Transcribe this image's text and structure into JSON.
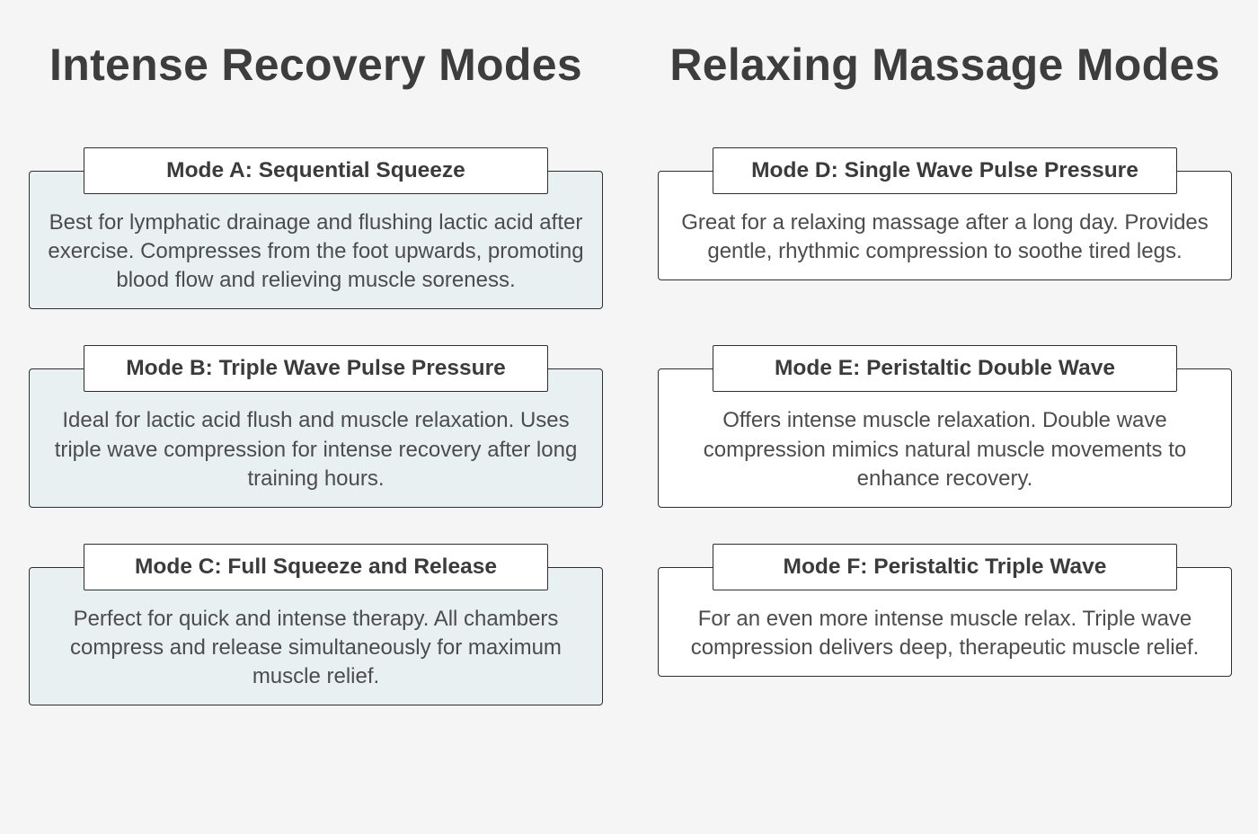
{
  "page": {
    "background_color": "#f5f5f5",
    "border_color": "#2e2e2e",
    "heading_text_color": "#3d3d3d",
    "body_text_color": "#4c4c4c",
    "left_card_background": "#e8f0f2",
    "right_card_background": "#ffffff"
  },
  "columns": [
    {
      "heading": "Intense Recovery Modes",
      "cards": [
        {
          "title": "Mode A: Sequential Squeeze",
          "description": "Best for lymphatic drainage and flushing lactic acid after exercise. Compresses from the foot upwards, promoting blood flow and relieving muscle soreness."
        },
        {
          "title": "Mode B: Triple Wave Pulse Pressure",
          "description": "Ideal for lactic acid flush and muscle relaxation. Uses triple wave compression for intense recovery after long training hours."
        },
        {
          "title": "Mode C: Full Squeeze and Release",
          "description": "Perfect for quick and intense therapy. All chambers compress and release simultaneously for maximum muscle relief."
        }
      ]
    },
    {
      "heading": "Relaxing Massage Modes",
      "cards": [
        {
          "title": "Mode D: Single Wave Pulse Pressure",
          "description": "Great for a relaxing massage after a long day. Provides gentle, rhythmic compression to soothe tired legs."
        },
        {
          "title": "Mode E: Peristaltic Double Wave",
          "description": "Offers intense muscle relaxation. Double wave compression mimics natural muscle movements to enhance recovery."
        },
        {
          "title": "Mode F: Peristaltic Triple Wave",
          "description": "For an even more intense muscle relax. Triple wave compression delivers deep, therapeutic muscle relief."
        }
      ]
    }
  ]
}
